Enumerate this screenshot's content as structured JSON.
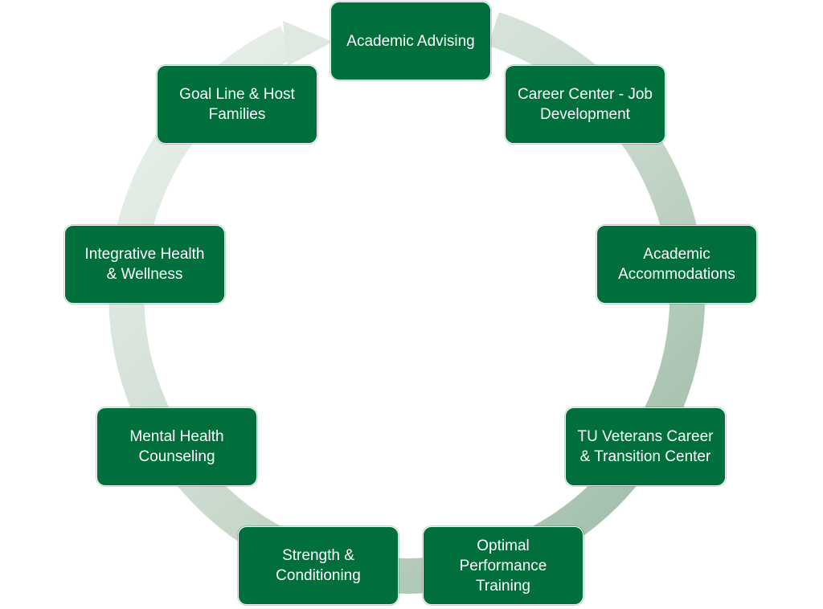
{
  "diagram": {
    "type": "cycle",
    "colors": {
      "node_fill": "#006f3c",
      "node_text": "#ffffff",
      "arrow_light": "#e0e8e1",
      "arrow_dark": "#9fbda7"
    },
    "nodes": [
      {
        "id": "academic-advising",
        "label": "Academic Advising"
      },
      {
        "id": "career-center",
        "label": "Career Center - Job\nDevelopment"
      },
      {
        "id": "academic-accommodations",
        "label": "Academic\nAccommodations"
      },
      {
        "id": "tu-veterans",
        "label": "TU Veterans Career\n& Transition Center"
      },
      {
        "id": "optimal-performance",
        "label": "Optimal\nPerformance\nTraining"
      },
      {
        "id": "strength-conditioning",
        "label": "Strength &\nConditioning"
      },
      {
        "id": "mental-health",
        "label": "Mental Health\nCounseling"
      },
      {
        "id": "integrative-health",
        "label": "Integrative Health\n& Wellness"
      },
      {
        "id": "goal-line",
        "label": "Goal Line & Host\nFamilies"
      }
    ]
  }
}
